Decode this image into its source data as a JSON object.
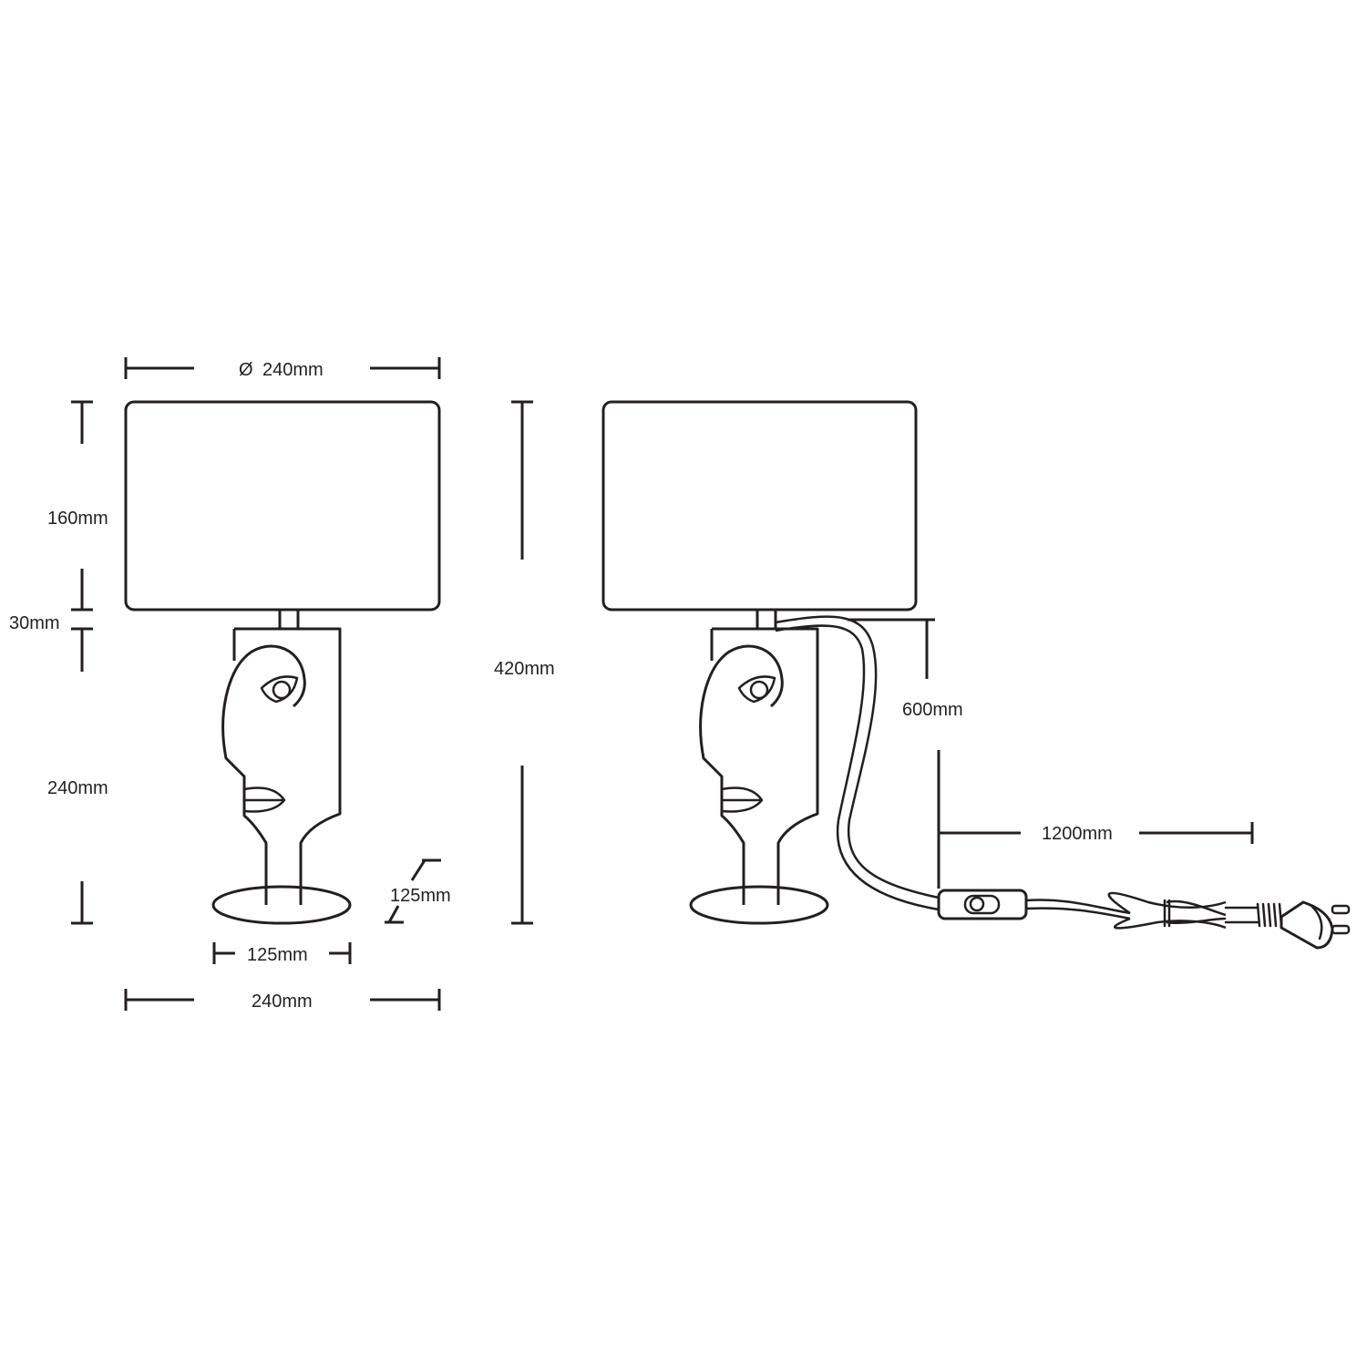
{
  "colors": {
    "line": "#231f20",
    "background": "#ffffff"
  },
  "dimensions": {
    "shade_diameter": "240mm",
    "diameter_symbol": "Ø",
    "shade_height": "160mm",
    "neck_height": "30mm",
    "body_height": "240mm",
    "base_depth": "125mm",
    "base_width": "125mm",
    "overall_width": "240mm",
    "overall_height": "420mm",
    "cord_to_switch": "600mm",
    "switch_to_plug": "1200mm"
  },
  "icons": {
    "front_view": "face-lamp-front-view",
    "side_view": "face-lamp-side-view-with-cord",
    "switch": "inline-switch-icon",
    "plug": "euro-plug-icon"
  }
}
